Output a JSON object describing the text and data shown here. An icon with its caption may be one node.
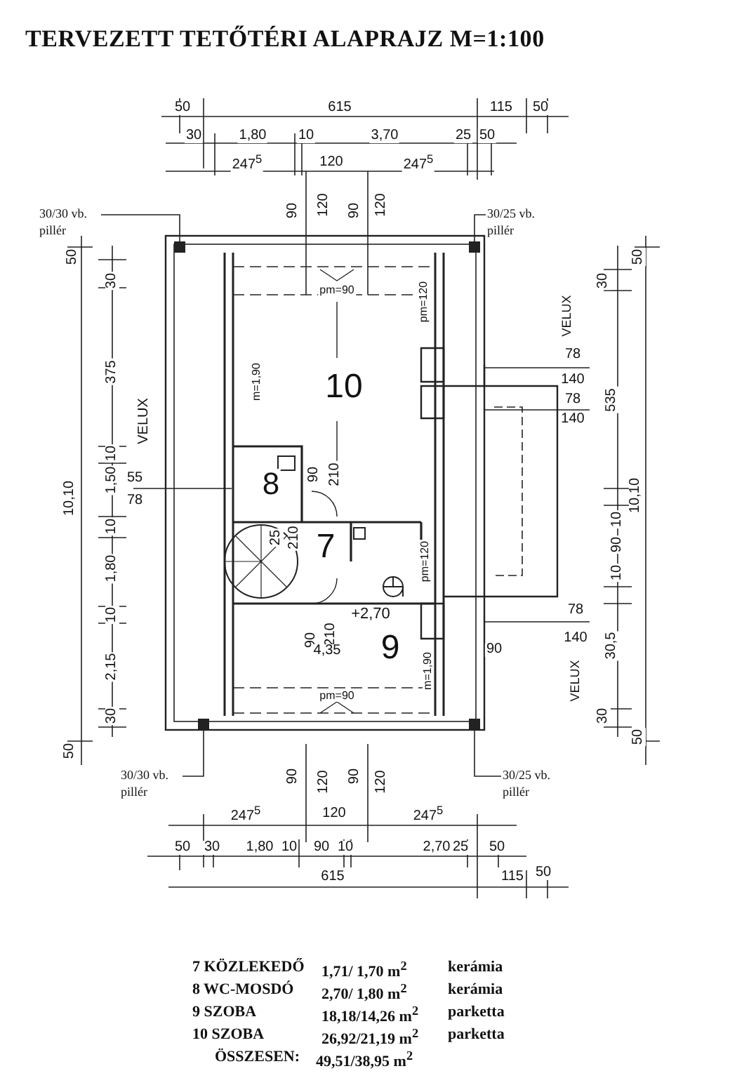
{
  "diagram": {
    "title": "TERVEZETT TETŐTÉRI ALAPRAJZ M=1:100",
    "nodes": [
      {
        "text": [
          "30/30 vb. pillér"
        ]
      },
      {
        "text": [],
        "shape": "box"
      },
      {
        "text": [
          "30/25 vb. pillér"
        ]
      },
      {
        "text": [],
        "shape": "box"
      },
      {
        "text": [
          "30/30 vb. pillér"
        ]
      },
      {
        "text": [],
        "shape": "box"
      },
      {
        "text": [
          "30/25 vb. pillér"
        ]
      },
      {
        "text": [],
        "shape": "box"
      }
    ],
    "edges": [
      {
        "from": 0,
        "to": 1,
        "arrow": "none"
      },
      {
        "from": 2,
        "to": 3,
        "arrow": "none"
      },
      {
        "from": 4,
        "to": 5,
        "arrow": "none"
      },
      {
        "from": 6,
        "to": 7,
        "arrow": "none"
      }
    ],
    "labels": [
      "50",
      "615",
      "115",
      "50",
      "30",
      "1,80",
      "10",
      "3,70",
      "25",
      "50",
      "247$^{5}$",
      "120",
      "247$^{5}$",
      "90",
      "120",
      "90",
      "120",
      "50",
      "30",
      "375",
      "VELUX",
      "10",
      "1,50",
      "10,10",
      "55",
      "78",
      "10",
      "1,80",
      "10",
      "2,15",
      "30",
      "50",
      "pm=90",
      "m=1,90",
      "10",
      "8",
      "90",
      "210",
      "25",
      "210",
      "7",
      "90",
      "210",
      "+2,70",
      "4,35",
      "9",
      "pm=90",
      "pm=120",
      "pm=120",
      "m=1,90",
      "90",
      "VELUX",
      "78",
      "140",
      "78",
      "140",
      "78",
      "140",
      "VELUX",
      "50",
      "30",
      "535",
      "10,10",
      "10",
      "90",
      "10",
      "30,5",
      "30",
      "50",
      "90",
      "120",
      "90",
      "120",
      "247$^{5}$",
      "120",
      "247$^{5}$",
      "50",
      "30",
      "1,80",
      "10",
      "90",
      "10",
      "2,70",
      "25",
      "50",
      "615",
      "115",
      "50",
      "7 KÖZLEKEDŐ",
      "1,71/ 1,70 m$^{2}$",
      "kerámia",
      "8 WC-MOSDÓ",
      "2,70/ 1,80 m$^{2}$",
      "kerámia",
      "9 SZOBA",
      "18,18/14,26 m$^{2}$",
      "parketta",
      "10 SZOBA",
      "26,92/21,19 m$^{2}$",
      "parketta",
      "ÖSSZESEN:",
      "49,51/38,95 m$^{2}$"
    ]
  }
}
